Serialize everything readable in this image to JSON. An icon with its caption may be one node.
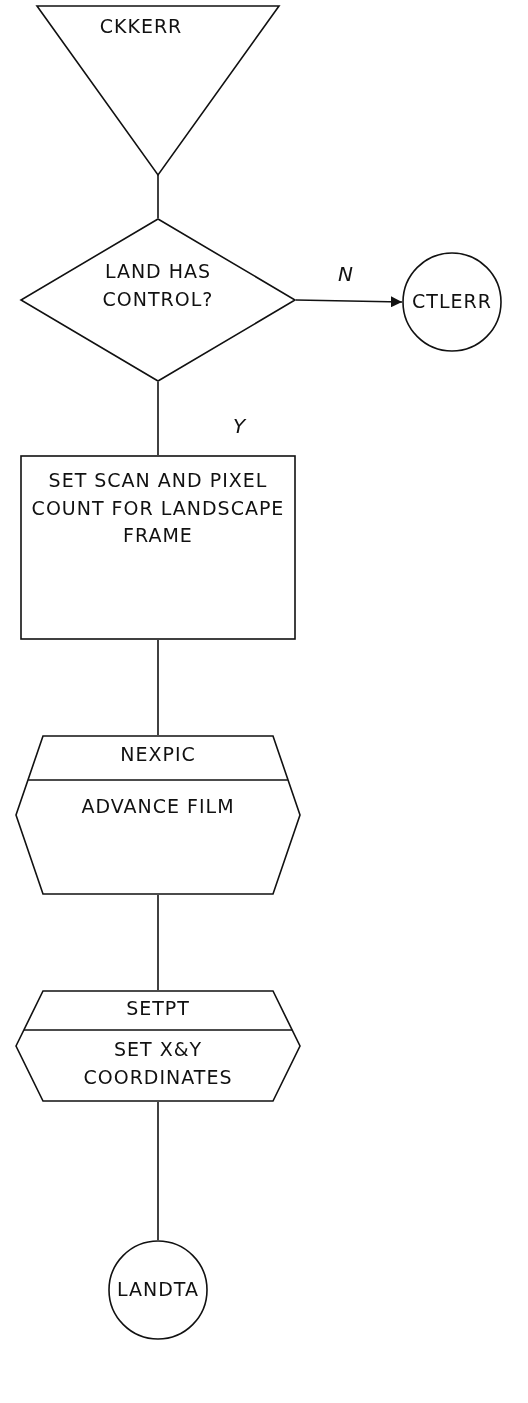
{
  "diagram": {
    "nodes": [
      {
        "text": [
          "CKKERR"
        ]
      },
      {
        "text": [
          "LAND HAS CONTROL?"
        ]
      },
      {
        "text": [
          "CTLERR"
        ]
      },
      {
        "text": [
          "SET SCAN AND PIXEL COUNT FOR LANDSCAPE FRAME"
        ]
      },
      {
        "text": [
          "NEXPIC",
          "ADVANCE FILM"
        ]
      },
      {
        "text": [
          "SETPT",
          "SET X&Y COORDINATES"
        ]
      },
      {
        "text": [
          "LANDTA"
        ]
      }
    ],
    "edges": [
      {
        "from": 0,
        "to": 1,
        "arrow": "none"
      },
      {
        "from": 1,
        "to": 2,
        "arrow": "to",
        "label": "N"
      },
      {
        "from": 1,
        "to": 3,
        "arrow": "none",
        "label": "Y"
      },
      {
        "from": 3,
        "to": 4,
        "arrow": "none"
      },
      {
        "from": 4,
        "to": 5,
        "arrow": "none"
      },
      {
        "from": 5,
        "to": 6,
        "arrow": "none"
      }
    ]
  }
}
